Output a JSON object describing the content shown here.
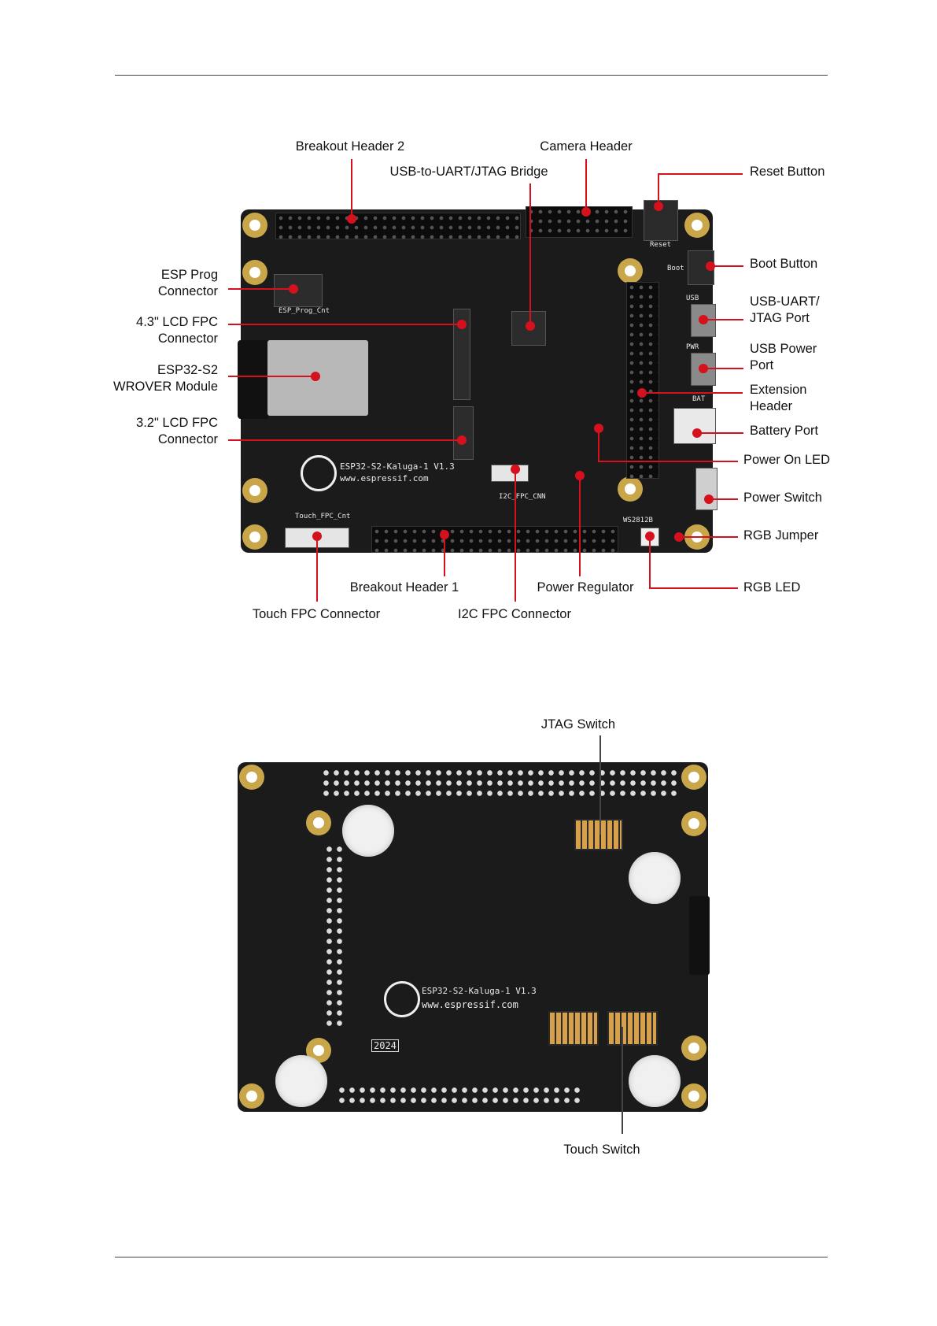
{
  "top_board": {
    "labels": {
      "breakout_header_2": "Breakout Header 2",
      "camera_header": "Camera Header",
      "usb_bridge": "USB-to-UART/JTAG Bridge",
      "reset_button": "Reset Button",
      "boot_button": "Boot Button",
      "esp_prog_1": "ESP Prog",
      "esp_prog_2": "Connector",
      "usb_uart_1": "USB-UART/",
      "usb_uart_2": "JTAG Port",
      "lcd43_1": "4.3\" LCD FPC",
      "lcd43_2": "Connector",
      "usb_power_1": "USB Power",
      "usb_power_2": "Port",
      "esp32_1": "ESP32-S2",
      "esp32_2": "WROVER Module",
      "ext_header_1": "Extension",
      "ext_header_2": "Header",
      "battery_port": "Battery Port",
      "lcd32_1": "3.2\" LCD FPC",
      "lcd32_2": "Connector",
      "power_on_led": "Power On LED",
      "power_switch": "Power Switch",
      "rgb_jumper": "RGB Jumper",
      "breakout_header_1": "Breakout Header 1",
      "power_regulator": "Power Regulator",
      "rgb_led": "RGB LED",
      "touch_fpc": "Touch FPC Connector",
      "i2c_fpc": "I2C FPC Connector"
    },
    "silkscreen": {
      "brand": "ESP32-S2-Kaluga-1 V1.3",
      "url": "www.espressif.com",
      "esp_prog": "ESP_Prog_Cnt",
      "touch_fpc": "Touch_FPC_Cnt",
      "i2c_fpc": "I2C_FPC_CNN",
      "reset": "Reset",
      "boot": "Boot",
      "usb": "USB",
      "pwr": "PWR",
      "bat": "BAT",
      "rgb": "WS2812B"
    }
  },
  "bottom_board": {
    "labels": {
      "jtag_switch": "JTAG Switch",
      "touch_switch": "Touch Switch"
    },
    "silkscreen": {
      "brand": "ESP32-S2-Kaluga-1 V1.3",
      "url": "www.espressif.com",
      "year": "2024"
    }
  }
}
